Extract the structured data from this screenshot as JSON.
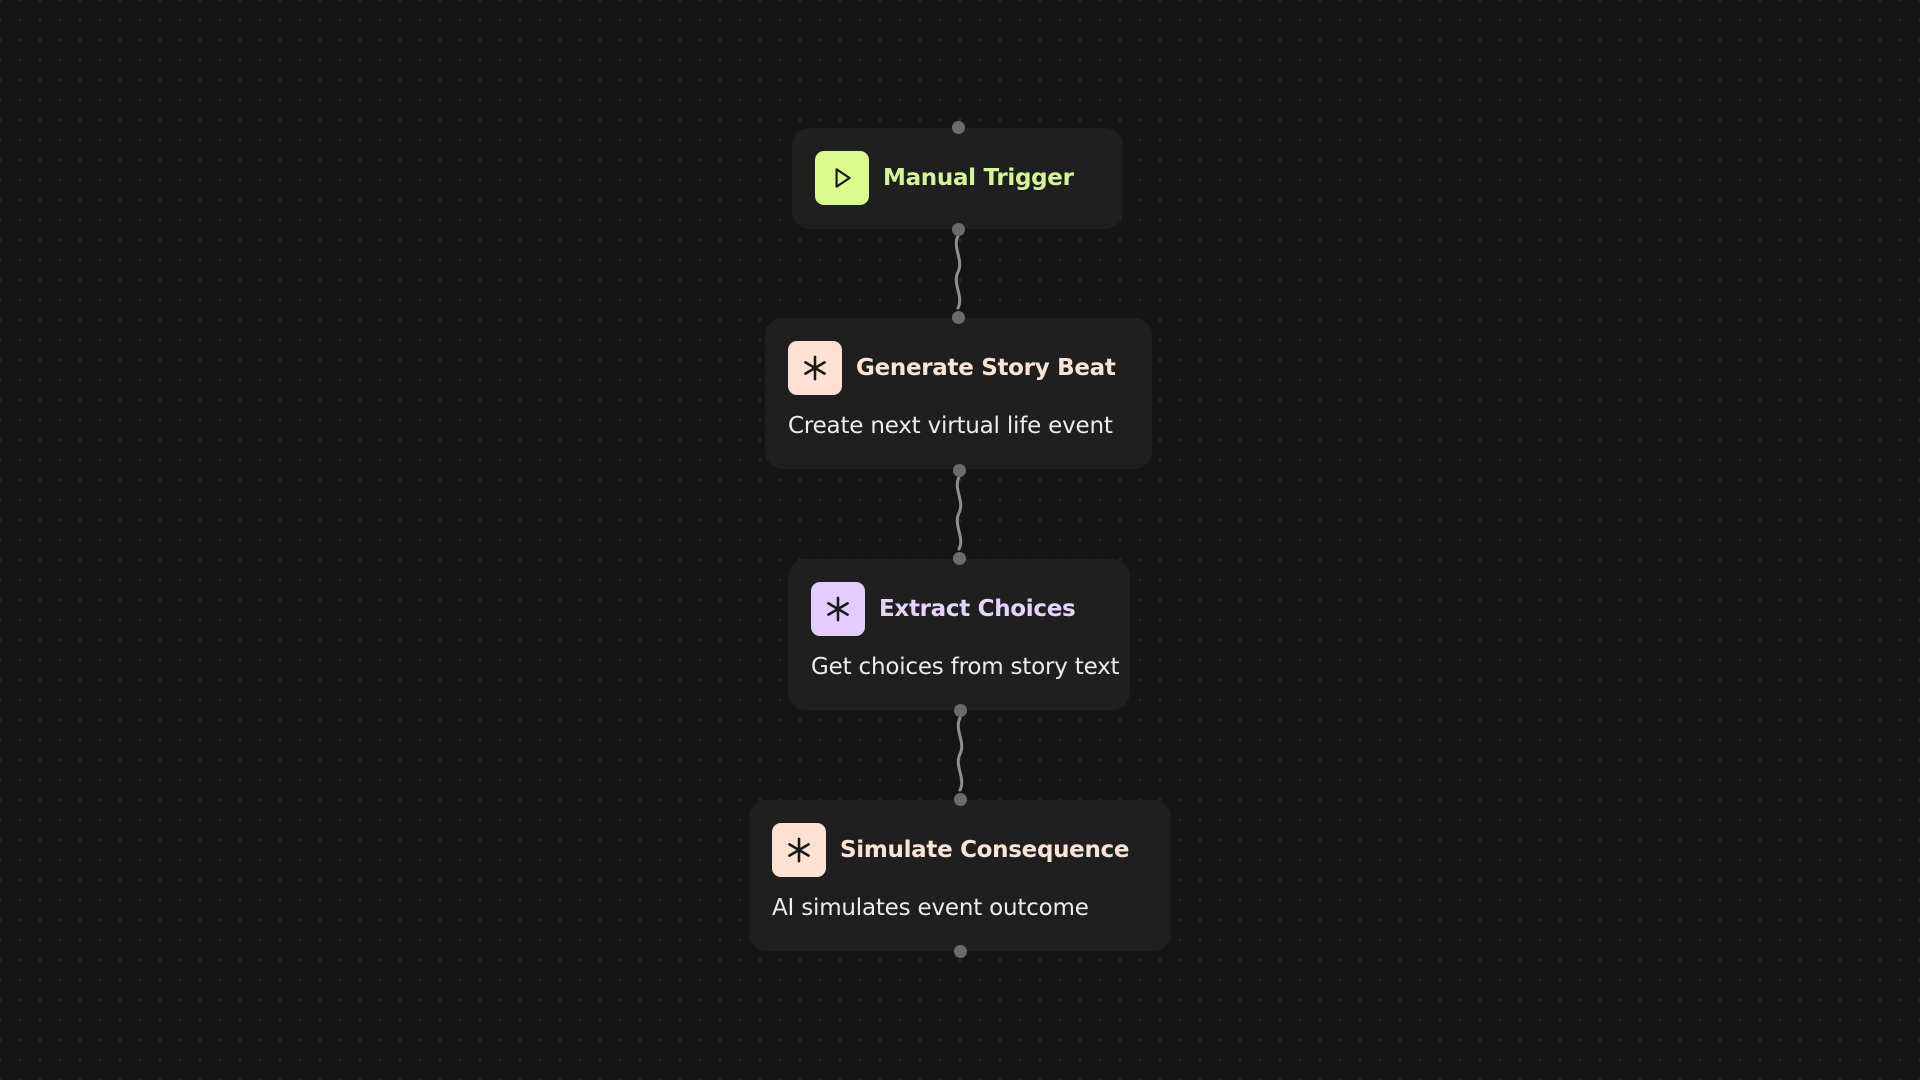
{
  "canvas": {
    "background_color": "#151515",
    "dot_color": "#2a2a2a"
  },
  "edge_color": "#8f8f8f",
  "nodes": [
    {
      "id": "manual-trigger",
      "title": "Manual Trigger",
      "description": "",
      "icon": "play-icon",
      "icon_bg": "#d9fb8f",
      "title_color": "#d5f59a"
    },
    {
      "id": "generate-story-beat",
      "title": "Generate Story Beat",
      "description": "Create next virtual life event",
      "icon": "asterisk-sparkle-icon",
      "icon_bg": "#ffe1d3",
      "title_color": "#fbe4d6"
    },
    {
      "id": "extract-choices",
      "title": "Extract Choices",
      "description": "Get choices from story text",
      "icon": "asterisk-sparkle-icon",
      "icon_bg": "#e3cdff",
      "title_color": "#e7d3ff"
    },
    {
      "id": "simulate-consequence",
      "title": "Simulate Consequence",
      "description": "AI simulates event outcome",
      "icon": "asterisk-sparkle-icon",
      "icon_bg": "#ffe1d3",
      "title_color": "#fbe4d6"
    }
  ]
}
